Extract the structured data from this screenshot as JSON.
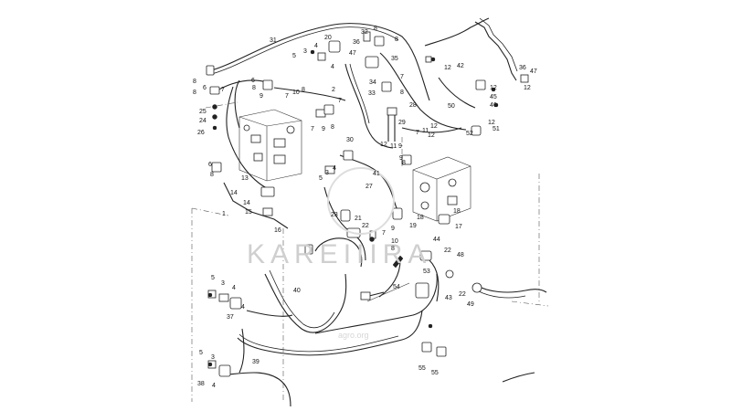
{
  "watermark": {
    "brand": "KAREIIIRA",
    "site": "agro.org"
  },
  "callouts": [
    {
      "id": "c1",
      "text": "31"
    },
    {
      "id": "c2",
      "text": "20"
    },
    {
      "id": "c3",
      "text": "36"
    },
    {
      "id": "c4",
      "text": "32"
    },
    {
      "id": "c5",
      "text": "8"
    },
    {
      "id": "c6",
      "text": "8"
    },
    {
      "id": "c7",
      "text": "5"
    },
    {
      "id": "c8",
      "text": "3"
    },
    {
      "id": "c9",
      "text": "4"
    },
    {
      "id": "c10",
      "text": "47"
    },
    {
      "id": "c11",
      "text": "35"
    },
    {
      "id": "c12",
      "text": "4"
    },
    {
      "id": "c13",
      "text": "12"
    },
    {
      "id": "c14",
      "text": "42"
    },
    {
      "id": "c15",
      "text": "36"
    },
    {
      "id": "c16",
      "text": "47"
    },
    {
      "id": "c17",
      "text": "8"
    },
    {
      "id": "c18",
      "text": "6"
    },
    {
      "id": "c19",
      "text": "7"
    },
    {
      "id": "c20",
      "text": "8"
    },
    {
      "id": "c21",
      "text": "6"
    },
    {
      "id": "c22",
      "text": "8"
    },
    {
      "id": "c23",
      "text": "9"
    },
    {
      "id": "c24",
      "text": "7"
    },
    {
      "id": "c25",
      "text": "10"
    },
    {
      "id": "c26",
      "text": "8"
    },
    {
      "id": "c27",
      "text": "2"
    },
    {
      "id": "c28",
      "text": "34"
    },
    {
      "id": "c29",
      "text": "7"
    },
    {
      "id": "c30",
      "text": "33"
    },
    {
      "id": "c31",
      "text": "8"
    },
    {
      "id": "c32",
      "text": "12"
    },
    {
      "id": "c33",
      "text": "45"
    },
    {
      "id": "c34",
      "text": "46"
    },
    {
      "id": "c35",
      "text": "25"
    },
    {
      "id": "c36",
      "text": "24"
    },
    {
      "id": "c37",
      "text": "26"
    },
    {
      "id": "c38",
      "text": "7"
    },
    {
      "id": "c39",
      "text": "9"
    },
    {
      "id": "c40",
      "text": "8"
    },
    {
      "id": "c41",
      "text": "28"
    },
    {
      "id": "c42",
      "text": "50"
    },
    {
      "id": "c43",
      "text": "29"
    },
    {
      "id": "c44",
      "text": "12"
    },
    {
      "id": "c45",
      "text": "7"
    },
    {
      "id": "c46",
      "text": "11"
    },
    {
      "id": "c47",
      "text": "12"
    },
    {
      "id": "c48",
      "text": "52"
    },
    {
      "id": "c49",
      "text": "51"
    },
    {
      "id": "c50",
      "text": "12"
    },
    {
      "id": "c51",
      "text": "30"
    },
    {
      "id": "c52",
      "text": "12"
    },
    {
      "id": "c53",
      "text": "11"
    },
    {
      "id": "c54",
      "text": "9"
    },
    {
      "id": "c55",
      "text": "6"
    },
    {
      "id": "c56",
      "text": "8"
    },
    {
      "id": "c57",
      "text": "13"
    },
    {
      "id": "c58",
      "text": "14"
    },
    {
      "id": "c59",
      "text": "14"
    },
    {
      "id": "c60",
      "text": "15"
    },
    {
      "id": "c61",
      "text": "16"
    },
    {
      "id": "c62",
      "text": "1"
    },
    {
      "id": "c63",
      "text": "41"
    },
    {
      "id": "c64",
      "text": "27"
    },
    {
      "id": "c65",
      "text": "23"
    },
    {
      "id": "c66",
      "text": "21"
    },
    {
      "id": "c67",
      "text": "22"
    },
    {
      "id": "c68",
      "text": "19"
    },
    {
      "id": "c69",
      "text": "18"
    },
    {
      "id": "c70",
      "text": "18"
    },
    {
      "id": "c71",
      "text": "17"
    },
    {
      "id": "c72",
      "text": "9"
    },
    {
      "id": "c73",
      "text": "10"
    },
    {
      "id": "c74",
      "text": "8"
    },
    {
      "id": "c75",
      "text": "44"
    },
    {
      "id": "c76",
      "text": "22"
    },
    {
      "id": "c77",
      "text": "48"
    },
    {
      "id": "c78",
      "text": "53"
    },
    {
      "id": "c79",
      "text": "54"
    },
    {
      "id": "c80",
      "text": "43"
    },
    {
      "id": "c81",
      "text": "22"
    },
    {
      "id": "c82",
      "text": "49"
    },
    {
      "id": "c83",
      "text": "40"
    },
    {
      "id": "c84",
      "text": "5"
    },
    {
      "id": "c85",
      "text": "3"
    },
    {
      "id": "c86",
      "text": "4"
    },
    {
      "id": "c87",
      "text": "37"
    },
    {
      "id": "c88",
      "text": "4"
    },
    {
      "id": "c89",
      "text": "5"
    },
    {
      "id": "c90",
      "text": "3"
    },
    {
      "id": "c91",
      "text": "39"
    },
    {
      "id": "c92",
      "text": "38"
    },
    {
      "id": "c93",
      "text": "4"
    },
    {
      "id": "c94",
      "text": "55"
    },
    {
      "id": "c95",
      "text": "55"
    },
    {
      "id": "c96",
      "text": "7"
    },
    {
      "id": "c97",
      "text": "5"
    },
    {
      "id": "c98",
      "text": "3"
    },
    {
      "id": "c99",
      "text": "4"
    },
    {
      "id": "c100",
      "text": "7"
    },
    {
      "id": "c101",
      "text": "9"
    },
    {
      "id": "c102",
      "text": "8"
    },
    {
      "id": "c103",
      "text": "12"
    }
  ]
}
